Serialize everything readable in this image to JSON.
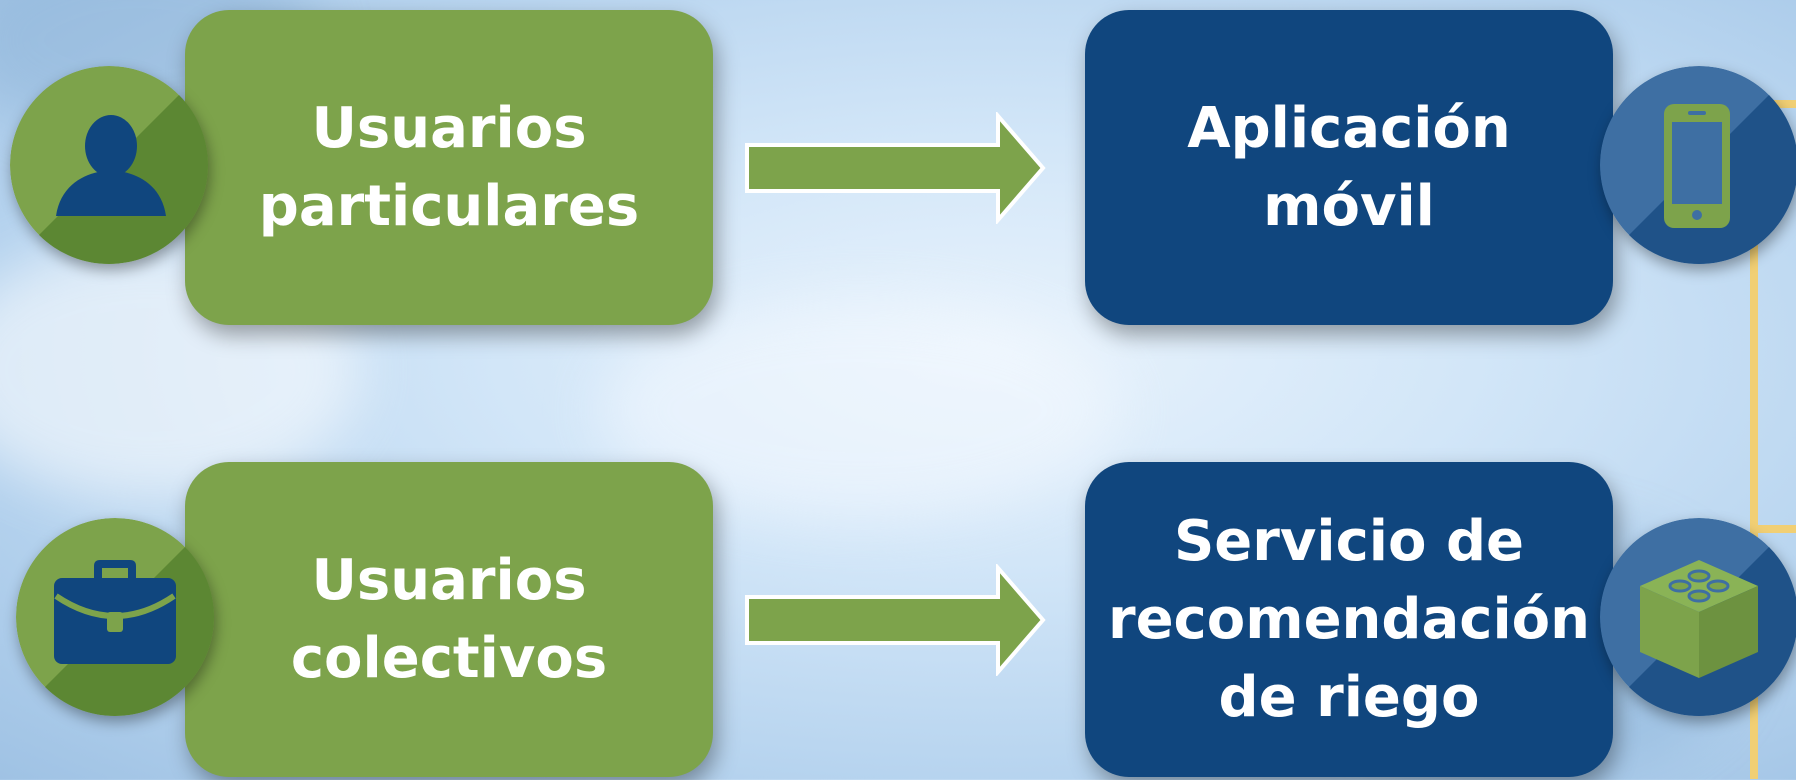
{
  "diagram": {
    "rows": [
      {
        "source": {
          "lines": [
            "Usuarios",
            "particulares"
          ],
          "icon": "user-icon"
        },
        "target": {
          "lines": [
            "Aplicación",
            "móvil"
          ],
          "icon": "mobile-phone-icon"
        }
      },
      {
        "source": {
          "lines": [
            "Usuarios",
            "colectivos"
          ],
          "icon": "briefcase-icon"
        },
        "target": {
          "lines": [
            "Servicio de",
            "recomendación",
            "de riego"
          ],
          "icon": "module-cube-icon"
        }
      }
    ]
  },
  "colors": {
    "green_box": "#7da34b",
    "blue_box": "#10467e",
    "arrow_fill": "#7da34b",
    "arrow_stroke": "#ffffff"
  }
}
